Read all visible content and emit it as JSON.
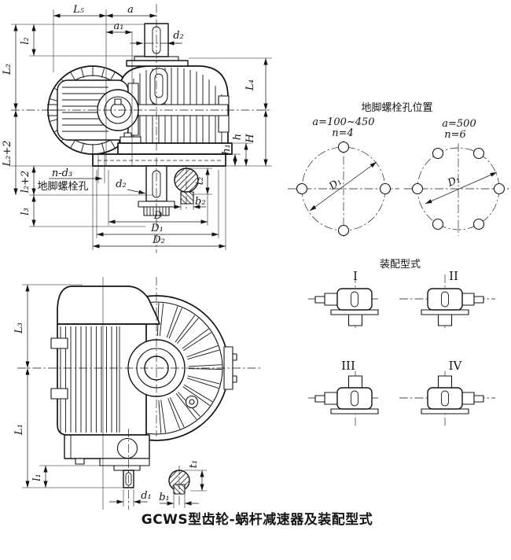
{
  "colors": {
    "ink": "#141414",
    "bg": "#ffffff"
  },
  "caption": "GCWS型齿轮-蜗杆减速器及装配型式",
  "front_view": {
    "top_dims": {
      "L5": "L₅",
      "a": "a",
      "a1": "a₁",
      "d2": "d₂"
    },
    "left_dims": {
      "l2": "l₂",
      "L2": "L₂",
      "L2_plus2": "L₂+2",
      "l2_plus2": "l₂+2",
      "l3": "l₃"
    },
    "right_dims": {
      "L4": "L₄",
      "H": "H",
      "h": "h",
      "h1": "h₁"
    },
    "bottom_dims": {
      "D": "D",
      "D1": "D₁",
      "D2": "D₂"
    },
    "shaft_dims": {
      "d2": "d₂",
      "b2": "b₂",
      "t2": "t₂"
    },
    "foot_note": {
      "count": "n-d₃",
      "label": "地脚螺栓孔"
    }
  },
  "side_view": {
    "dims": {
      "L3": "L₃",
      "L1": "L₁",
      "l1": "l₁",
      "d1": "d₁",
      "b1": "b₁",
      "t1": "t₁"
    }
  },
  "bolt_layout": {
    "title": "地脚螺栓孔位置",
    "left": {
      "range": "a=100~450",
      "count": "n=4",
      "dia": "D₁"
    },
    "right": {
      "range": "a=500",
      "count": "n=6",
      "dia": "D₁"
    }
  },
  "assembly": {
    "title": "装配型式",
    "types": [
      {
        "label": "I"
      },
      {
        "label": "II"
      },
      {
        "label": "III"
      },
      {
        "label": "IV"
      }
    ]
  }
}
